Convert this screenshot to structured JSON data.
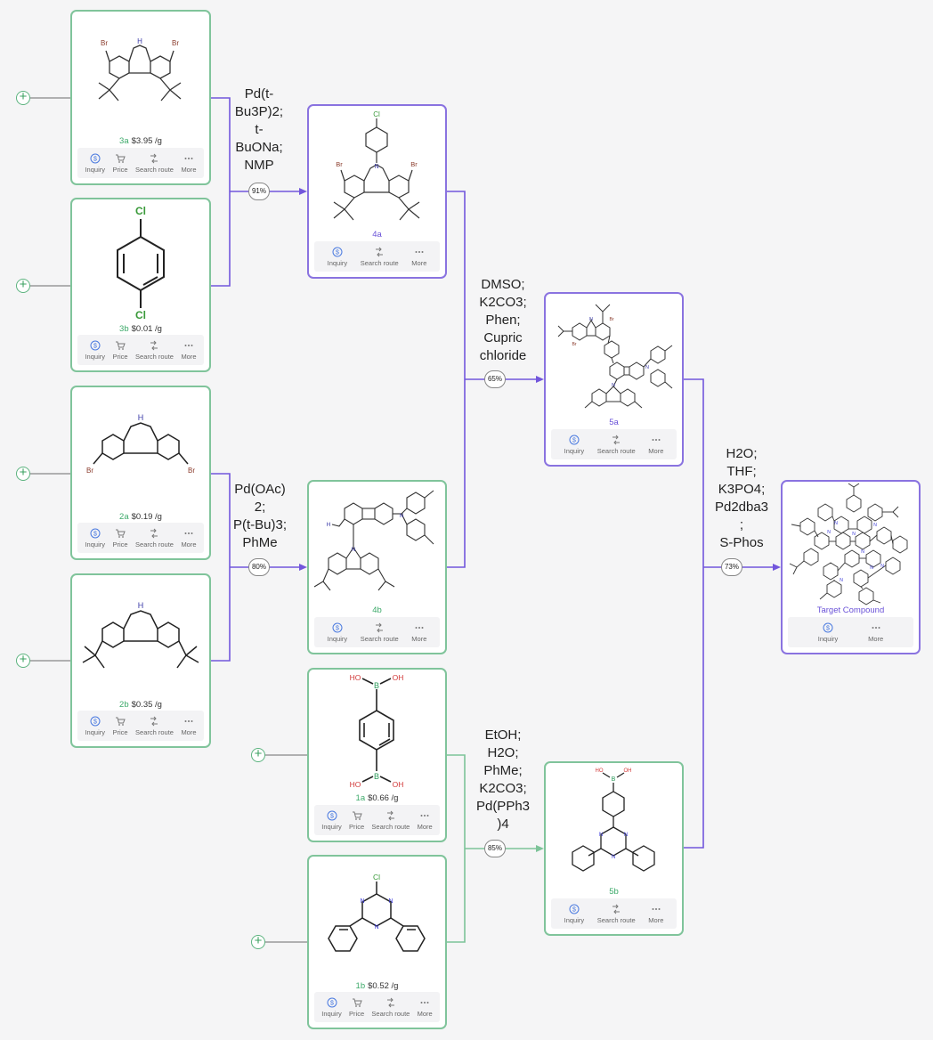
{
  "colors": {
    "green_border": "#80c49b",
    "purple_border": "#8a73e0",
    "purple_line": "#7256dc",
    "green_line": "#7cc398"
  },
  "actions": {
    "inquiry": "Inquiry",
    "price": "Price",
    "search_route": "Search route",
    "more": "More"
  },
  "compounds": {
    "c3a": {
      "id": "3a",
      "price": "$3.95 /g"
    },
    "c3b": {
      "id": "3b",
      "price": "$0.01 /g"
    },
    "c2a": {
      "id": "2a",
      "price": "$0.19 /g"
    },
    "c2b": {
      "id": "2b",
      "price": "$0.35 /g"
    },
    "c1a": {
      "id": "1a",
      "price": "$0.66 /g"
    },
    "c1b": {
      "id": "1b",
      "price": "$0.52 /g"
    },
    "c4a": {
      "id": "4a"
    },
    "c4b": {
      "id": "4b"
    },
    "c5a": {
      "id": "5a"
    },
    "c5b": {
      "id": "5b"
    },
    "target": {
      "id": "Target Compound"
    }
  },
  "reactions": {
    "r1": {
      "conditions": "Pd(t-\nBu3P)2;\nt-\nBuONa;\nNMP",
      "yield": "91%"
    },
    "r2": {
      "conditions": "Pd(OAc)\n2;\nP(t-Bu)3;\nPhMe",
      "yield": "80%"
    },
    "r3": {
      "conditions": "DMSO;\nK2CO3;\nPhen;\nCupric\nchloride",
      "yield": "65%"
    },
    "r4": {
      "conditions": "EtOH;\nH2O;\nPhMe;\nK2CO3;\nPd(PPh3\n)4",
      "yield": "85%"
    },
    "r5": {
      "conditions": "H2O;\nTHF;\nK3PO4;\nPd2dba3\n;\nS-Phos",
      "yield": "73%"
    }
  },
  "atoms": {
    "br": "Br",
    "cl": "Cl",
    "nh": "H",
    "n": "N",
    "b": "B",
    "oh": "OH",
    "ho": "HO"
  }
}
